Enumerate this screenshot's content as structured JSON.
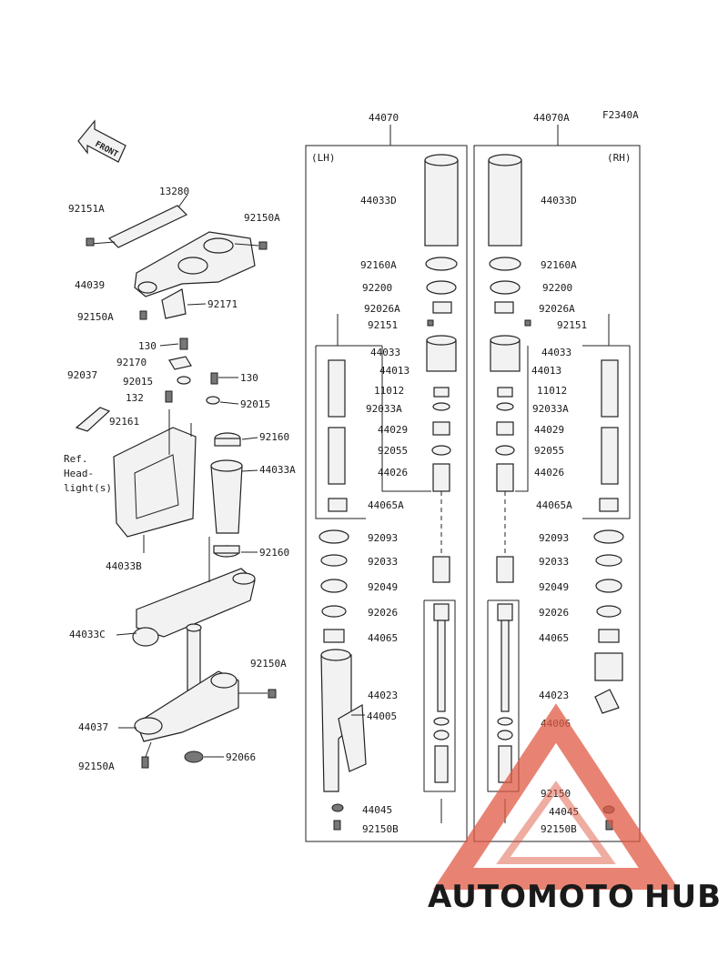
{
  "code": "F2340A",
  "front_label": "FRONT",
  "headers": {
    "left_assembly": "44070",
    "right_assembly": "44070A",
    "left_side": "(LH)",
    "right_side": "(RH)"
  },
  "steering": {
    "p13280": "13280",
    "p92151A": "92151A",
    "p92150A_top": "92150A",
    "p44039": "44039",
    "p92150A_left": "92150A",
    "p92171": "92171",
    "p130_a": "130",
    "p92170": "92170",
    "p92037": "92037",
    "p92015_a": "92015",
    "p130_b": "130",
    "p132": "132",
    "p92015_b": "92015",
    "p92161": "92161",
    "ref_line1": "Ref.",
    "ref_line2": "Head-",
    "ref_line3": "light(s)",
    "p92160_a": "92160",
    "p44033A": "44033A",
    "p44033B": "44033B",
    "p92160_b": "92160",
    "p44033C": "44033C",
    "p92150A_r": "92150A",
    "p44037": "44037",
    "p92066": "92066",
    "p92150A_bot": "92150A"
  },
  "fork": {
    "labels": [
      "44033D",
      "92160A",
      "92200",
      "92026A",
      "92151",
      "44033",
      "44013",
      "11012",
      "92033A",
      "44029",
      "92055",
      "44026",
      "44065A",
      "92093",
      "92033",
      "92049",
      "92026",
      "44065",
      "44023"
    ],
    "lh_44005": "44005",
    "lh_44045": "44045",
    "lh_92150B": "92150B",
    "rh_44006": "44006",
    "rh_92150": "92150",
    "rh_44045": "44045",
    "rh_92150B": "92150B"
  },
  "watermark": {
    "part1": "AUTOMOTO",
    "part2": "HUB",
    "accent_color": "#e05a44",
    "light_color": "#f0a35e",
    "dark_color": "#4a4a4a"
  }
}
